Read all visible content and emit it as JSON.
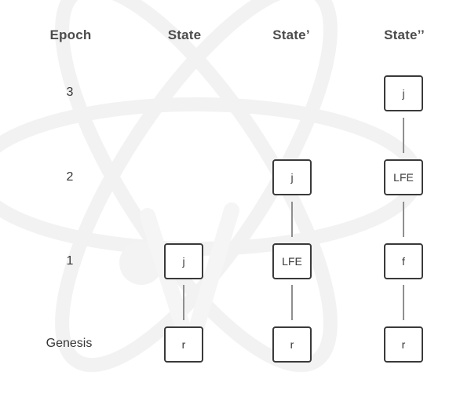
{
  "headers": [
    "Epoch",
    "State",
    "State’",
    "State’’"
  ],
  "epochs": [
    "3",
    "2",
    "1",
    "Genesis"
  ],
  "columns": [
    {
      "name": "State",
      "nodes": [
        {
          "epoch": "1",
          "label": "j"
        },
        {
          "epoch": "Genesis",
          "label": "r"
        }
      ]
    },
    {
      "name": "State’",
      "nodes": [
        {
          "epoch": "2",
          "label": "j"
        },
        {
          "epoch": "1",
          "label": "LFE"
        },
        {
          "epoch": "Genesis",
          "label": "r"
        }
      ]
    },
    {
      "name": "State’’",
      "nodes": [
        {
          "epoch": "3",
          "label": "j"
        },
        {
          "epoch": "2",
          "label": "LFE"
        },
        {
          "epoch": "1",
          "label": "f"
        },
        {
          "epoch": "Genesis",
          "label": "r"
        }
      ]
    }
  ],
  "colors": {
    "box_border": "#3a3a3a",
    "box_fill": "#ffffff",
    "connector_line": "#8f8f8f",
    "header_text": "#4c4c4c",
    "label_text": "#363636",
    "watermark": "#f2f2f2"
  }
}
